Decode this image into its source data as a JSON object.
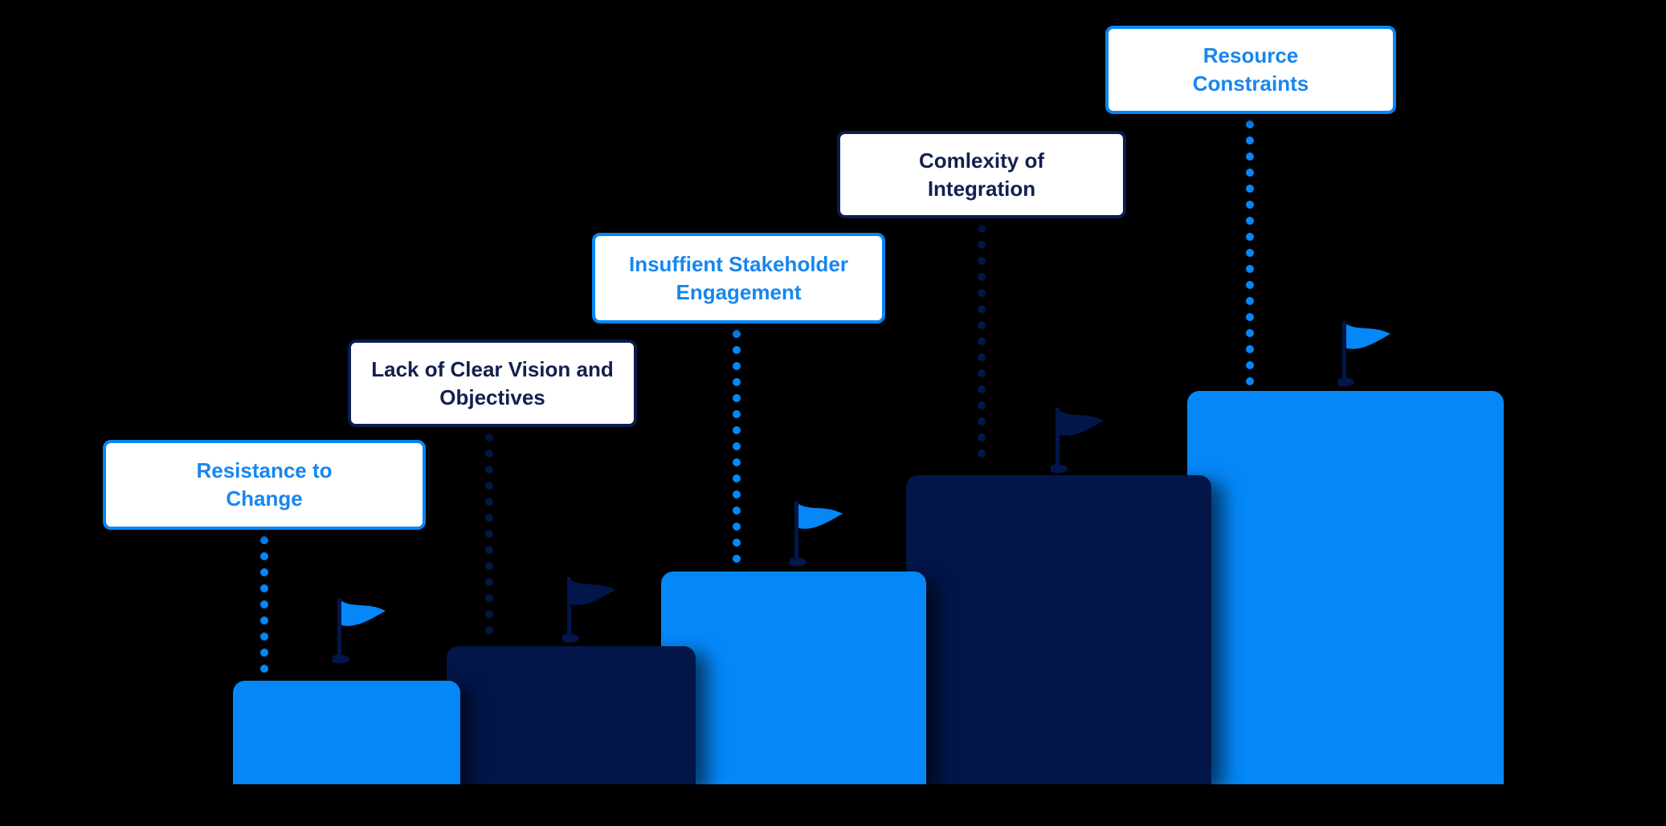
{
  "colors": {
    "blue": "#0587F8",
    "blue_text": "#1786EF",
    "navy": "#02164A",
    "navy_border": "#0B1C4D",
    "navy_text": "#13204F",
    "background": "#000000",
    "label_bg": "#FFFFFF"
  },
  "milestones": [
    {
      "label": "Resistance to Change",
      "accent": "blue",
      "icon": "flag-icon"
    },
    {
      "label": "Lack of Clear Vision and Objectives",
      "accent": "navy",
      "icon": "flag-icon"
    },
    {
      "label": "Insuffient Stakeholder Engagement",
      "accent": "blue",
      "icon": "flag-icon"
    },
    {
      "label": "Comlexity of Integration",
      "accent": "navy",
      "icon": "flag-icon"
    },
    {
      "label": "Resource Constraints",
      "accent": "blue",
      "icon": "flag-icon"
    }
  ]
}
